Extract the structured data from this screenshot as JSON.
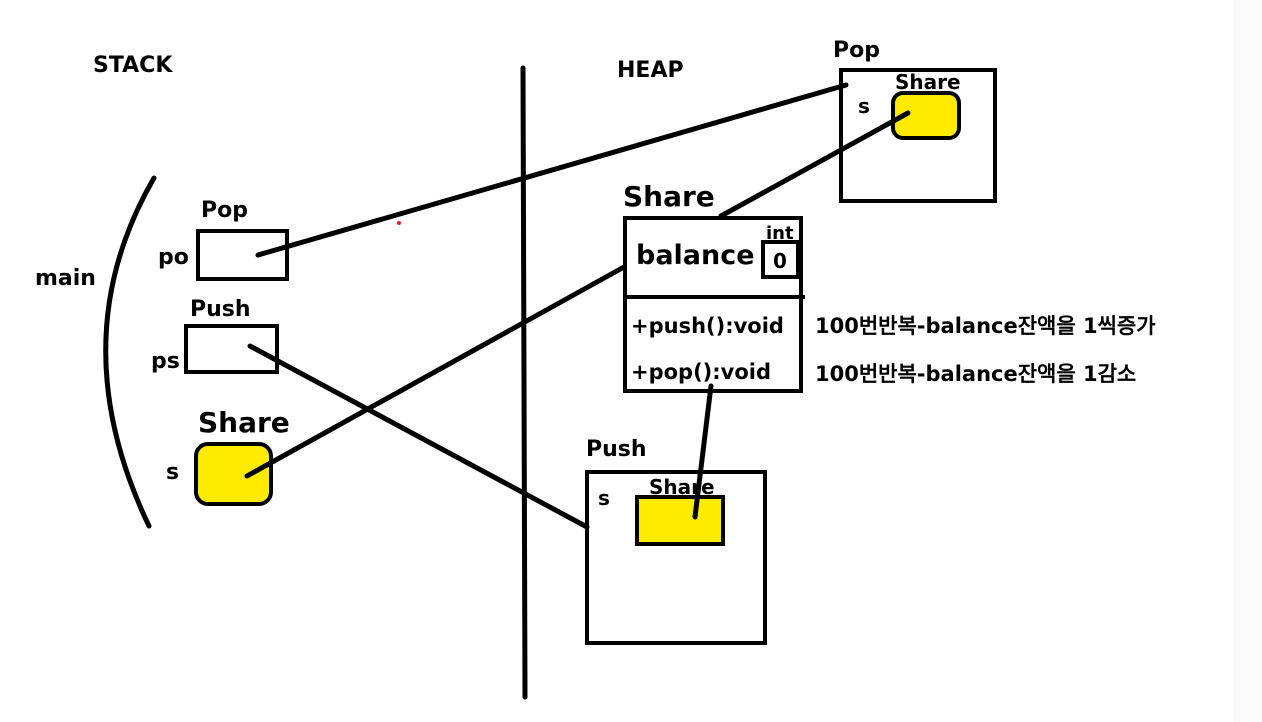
{
  "labels": {
    "stack": "STACK",
    "heap": "HEAP",
    "main": "main"
  },
  "stack": {
    "pop": {
      "type": "Pop",
      "var": "po"
    },
    "push": {
      "type": "Push",
      "var": "ps"
    },
    "share": {
      "type": "Share",
      "var": "s"
    }
  },
  "heap": {
    "pop_object": {
      "type": "Pop",
      "field_name": "s",
      "field_type": "Share"
    },
    "share_object": {
      "type": "Share",
      "field_name": "balance",
      "field_type": "int",
      "field_value": "0",
      "methods": [
        "+push():void",
        "+pop():void"
      ]
    },
    "push_object": {
      "type": "Push",
      "field_name": "s",
      "field_type": "Share"
    }
  },
  "notes": [
    "100번반복-balance잔액을 1씩증가",
    "100번반복-balance잔액을 1감소"
  ],
  "colors": {
    "reference_fill": "#ffeb00",
    "stroke": "#000000",
    "stray_dot": "#e02020",
    "background": "#ffffff"
  }
}
